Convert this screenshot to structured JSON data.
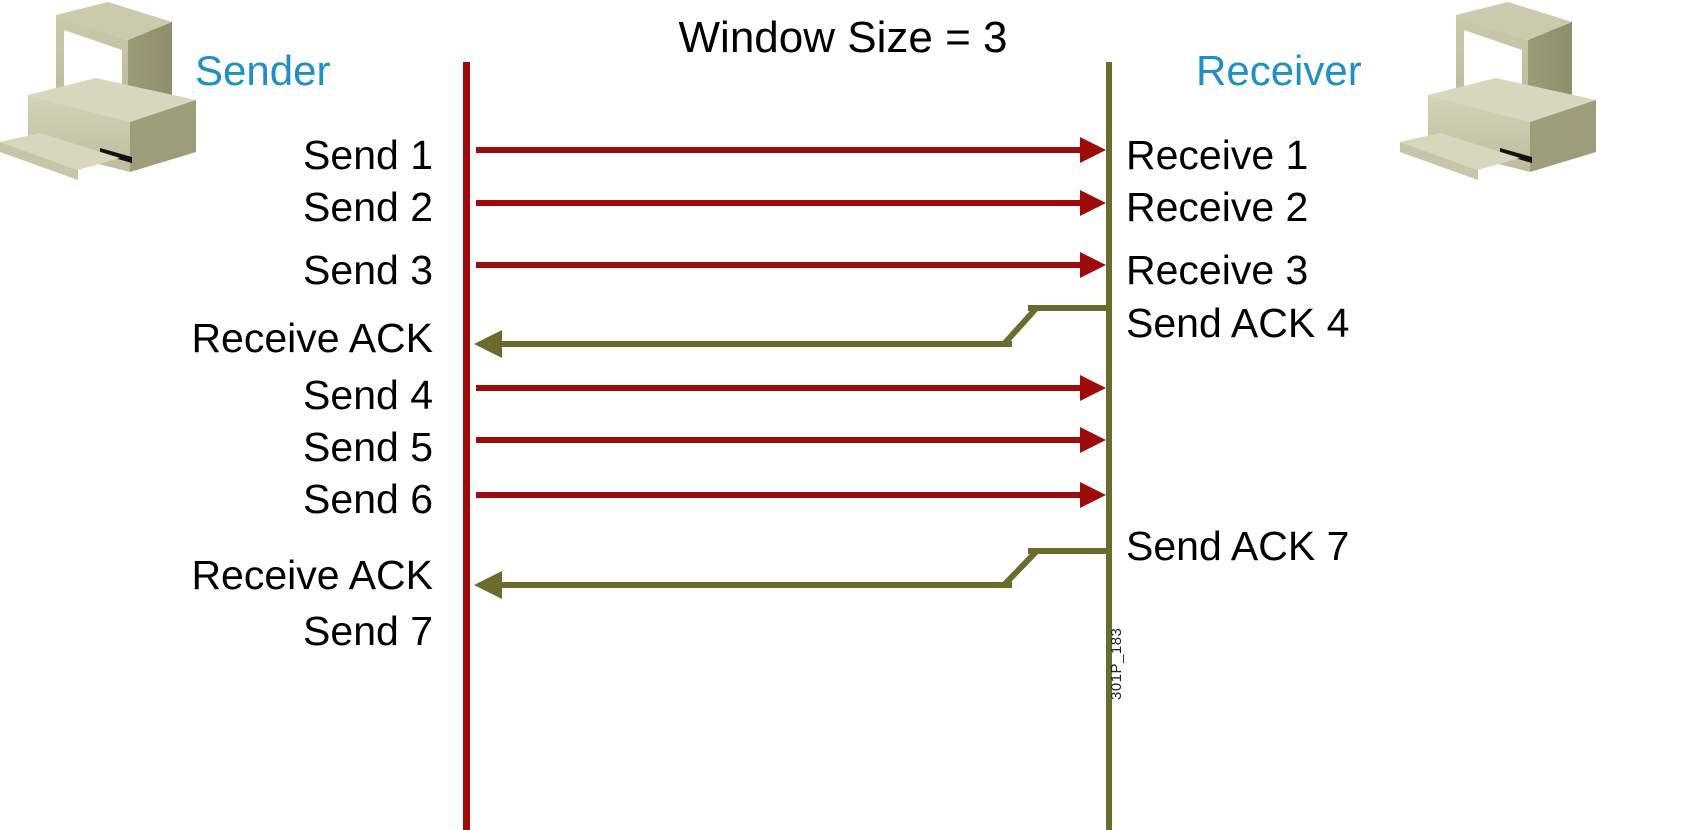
{
  "diagram": {
    "title": "Window Size = 3",
    "window_size": 3,
    "sender_label": "Sender",
    "receiver_label": "Receiver",
    "slide_id": "301P_183",
    "colors": {
      "data_arrow": "#9e0b0b",
      "ack_arrow": "#6b6b2e",
      "endpoint_label": "#1f8fc4",
      "event_text": "#000000",
      "background": "#ffffff",
      "computer_icon": "#c3c3a5"
    },
    "sender_events": [
      "Send 1",
      "Send 2",
      "Send 3",
      "Receive ACK",
      "Send 4",
      "Send 5",
      "Send 6",
      "Receive ACK",
      "Send 7"
    ],
    "receiver_events": [
      "Receive 1",
      "Receive 2",
      "Receive 3",
      "Send ACK 4",
      "Send ACK 7"
    ],
    "messages": [
      {
        "label": "Send 1",
        "peer_label": "Receive 1",
        "direction": "to-receiver"
      },
      {
        "label": "Send 2",
        "peer_label": "Receive 2",
        "direction": "to-receiver"
      },
      {
        "label": "Send 3",
        "peer_label": "Receive 3",
        "direction": "to-receiver"
      },
      {
        "label": "Receive ACK",
        "peer_label": "Send ACK 4",
        "direction": "to-sender"
      },
      {
        "label": "Send 4",
        "peer_label": "",
        "direction": "to-receiver"
      },
      {
        "label": "Send 5",
        "peer_label": "",
        "direction": "to-receiver"
      },
      {
        "label": "Send 6",
        "peer_label": "",
        "direction": "to-receiver"
      },
      {
        "label": "Receive ACK",
        "peer_label": "Send ACK 7",
        "direction": "to-sender"
      },
      {
        "label": "Send 7",
        "peer_label": "",
        "direction": "none"
      }
    ]
  }
}
